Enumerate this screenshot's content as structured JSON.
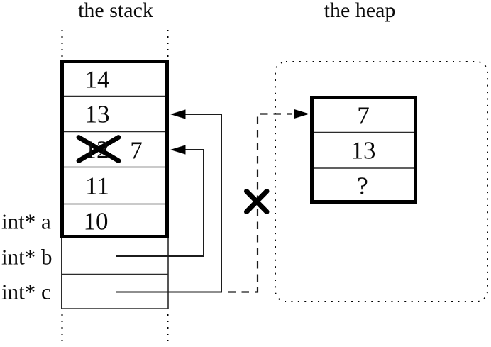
{
  "colors": {
    "ink": "#000000",
    "line": "#1c1c1c",
    "background": "#ffffff"
  },
  "titles": {
    "stack": "the stack",
    "heap": "the heap"
  },
  "stack": {
    "frame_cells": [
      {
        "value": "14"
      },
      {
        "value": "13"
      },
      {
        "old_value": "12",
        "new_value": "7",
        "status": "old value crossed out"
      },
      {
        "value": "11"
      },
      {
        "value": "10"
      }
    ],
    "variables": [
      {
        "label": "int* a"
      },
      {
        "label": "int* b"
      },
      {
        "label": "int* c"
      }
    ]
  },
  "heap": {
    "object_cells": [
      {
        "value": "7"
      },
      {
        "value": "13"
      },
      {
        "value": "?"
      }
    ]
  },
  "pointers": {
    "from_b": {
      "style": "solid",
      "target": "stack cell 12/7"
    },
    "from_c": {
      "style": "solid",
      "target": "stack cell 13"
    },
    "old_heap_pointer": {
      "style": "dashed",
      "target": "heap object cell 7",
      "status": "crossed out"
    }
  }
}
